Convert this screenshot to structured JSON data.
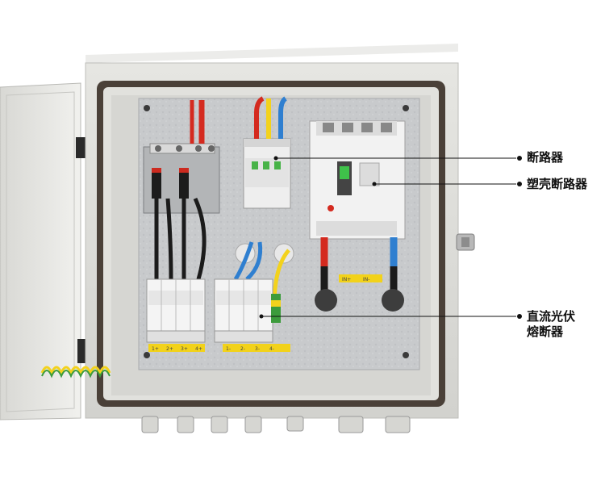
{
  "callouts": [
    {
      "id": "breaker",
      "label": "断路器"
    },
    {
      "id": "mccb",
      "label": "塑壳断路器"
    },
    {
      "id": "fuse",
      "label_line1": "直流光伏",
      "label_line2": "熔断器"
    }
  ],
  "panel_markings": {
    "fuse_left_terminals": [
      "1+",
      "2+",
      "3+",
      "4+"
    ],
    "fuse_right_terminals": [
      "1-",
      "2-",
      "3-",
      "4-"
    ],
    "output_terminals": [
      "IN+",
      "IN-"
    ]
  },
  "colors": {
    "enclosure": "#dcdcd8",
    "backplate": "#c9cbcd",
    "gasket": "#4a4038",
    "label_yellow": "#f2d21a",
    "wire_red": "#d42a1f",
    "wire_blue": "#2f7fd0",
    "wire_black": "#1b1b1b",
    "wire_yellow": "#f3d21c"
  }
}
